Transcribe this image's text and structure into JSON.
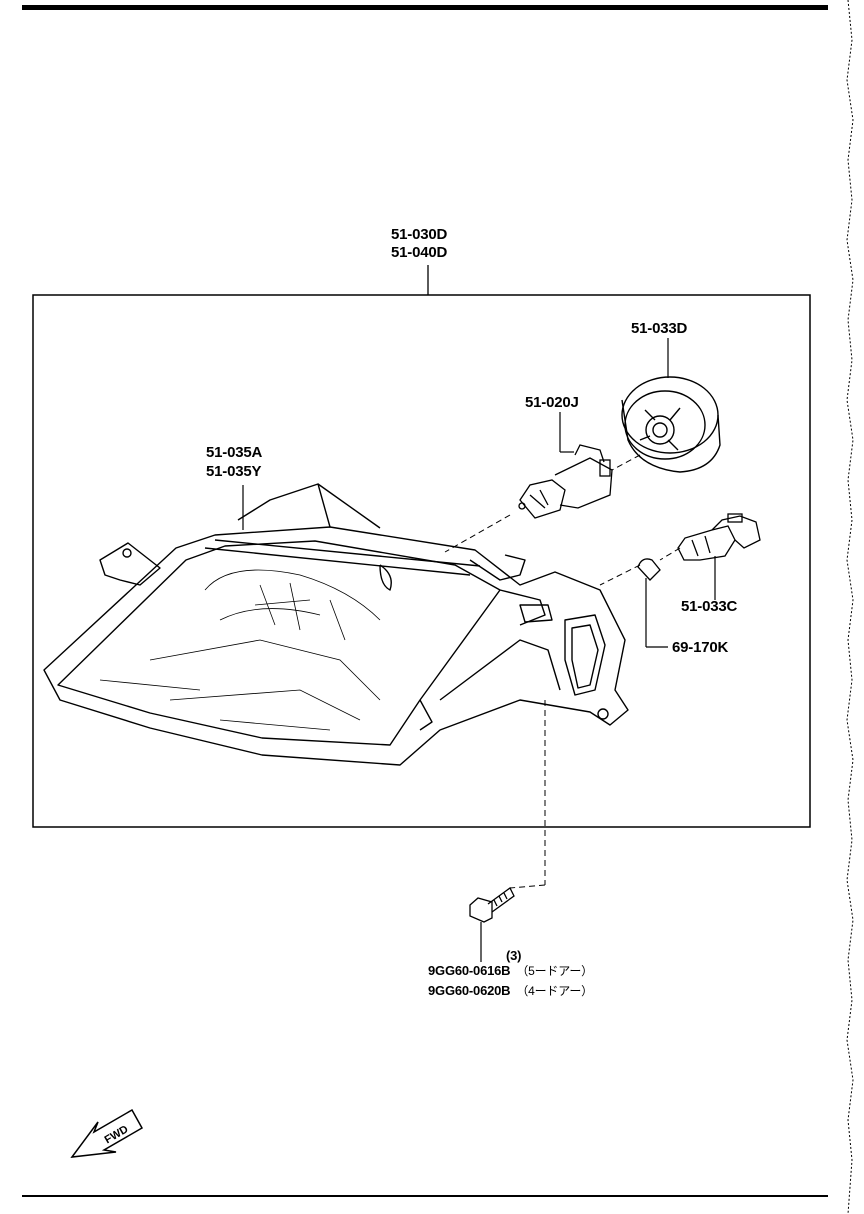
{
  "labels": {
    "assembly_a": "51-030D",
    "assembly_b": "51-040D",
    "socket_cover": "51-033D",
    "bulb_main": "51-020J",
    "seal_a": "51-035A",
    "seal_b": "51-035Y",
    "socket": "51-033C",
    "bulb_small": "69-170K",
    "bolt_qty": "(3)",
    "bolt_a_part": "9GG60-0616B",
    "bolt_a_note": "（5ードアー）",
    "bolt_b_part": "9GG60-0620B",
    "bolt_b_note": "（4ードアー）",
    "fwd": "FWD"
  }
}
